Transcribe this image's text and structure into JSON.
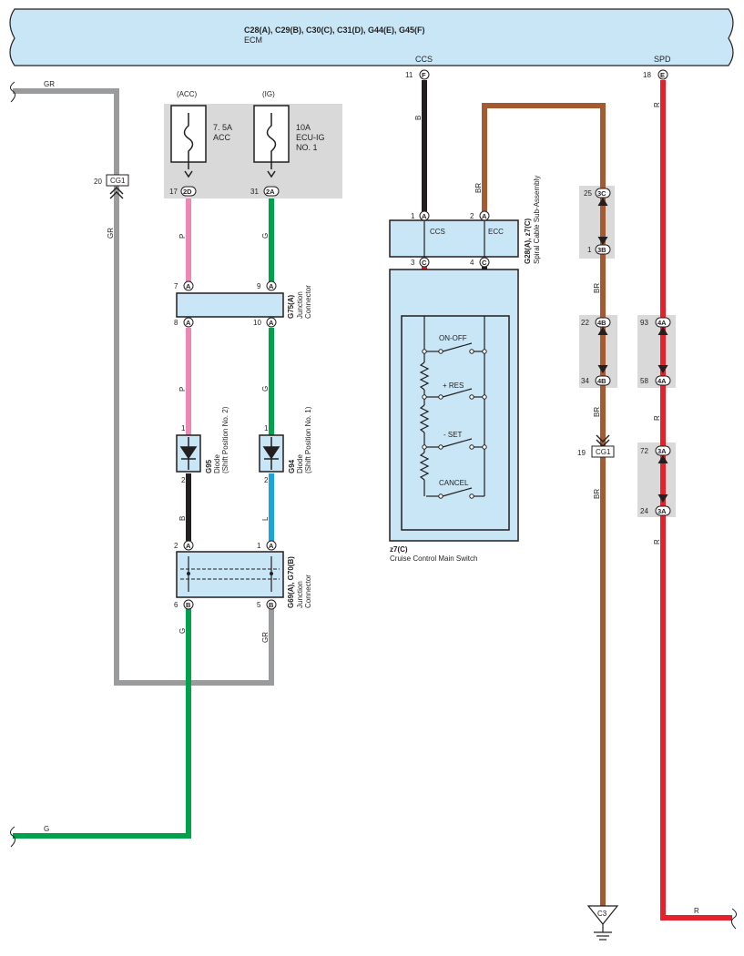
{
  "ecm": {
    "connectors": "C28(A), C29(B), C30(C), C31(D), G44(E), G45(F)",
    "name": "ECM",
    "pins": [
      {
        "id": "ccs",
        "label": "CCS",
        "pin": "11",
        "code": "F"
      },
      {
        "id": "spd",
        "label": "SPD",
        "pin": "18",
        "code": "E"
      }
    ]
  },
  "fuses": [
    {
      "id": "acc",
      "header": "(ACC)",
      "rating": "7. 5A",
      "name_lines": [
        "ACC"
      ],
      "pin": "17",
      "code": "2D"
    },
    {
      "id": "ig",
      "header": "(IG)",
      "rating": "10A",
      "name_lines": [
        "ECU-IG",
        "NO. 1"
      ],
      "pin": "31",
      "code": "2A"
    }
  ],
  "junction_g75": {
    "id_text": "G75(A)",
    "name_lines": [
      "Junction",
      "Connector"
    ],
    "pins": [
      {
        "pin": "7",
        "code": "A"
      },
      {
        "pin": "9",
        "code": "A"
      },
      {
        "pin": "8",
        "code": "A"
      },
      {
        "pin": "10",
        "code": "A"
      }
    ]
  },
  "diodes": [
    {
      "id": "G95",
      "name": "Diode",
      "desc": "(Shift Position No. 2)",
      "pin_top": "1",
      "pin_bottom": "2"
    },
    {
      "id": "G94",
      "name": "Diode",
      "desc": "(Shift Position No. 1)",
      "pin_top": "1",
      "pin_bottom": "2"
    }
  ],
  "junction_g69": {
    "id_text": "G69(A), G70(B)",
    "name_lines": [
      "Junction",
      "Connector"
    ],
    "pins": [
      {
        "pin": "2",
        "code": "A"
      },
      {
        "pin": "1",
        "code": "A"
      },
      {
        "pin": "6",
        "code": "B"
      },
      {
        "pin": "5",
        "code": "B"
      }
    ]
  },
  "spiral_cable": {
    "id_text": "G28(A), z7(C)",
    "name": "Spiral Cable Sub-Assembly",
    "terminals": [
      "CCS",
      "ECC"
    ],
    "pins": [
      {
        "pin": "1",
        "code": "A"
      },
      {
        "pin": "2",
        "code": "A"
      },
      {
        "pin": "3",
        "code": "C"
      },
      {
        "pin": "4",
        "code": "C"
      }
    ]
  },
  "main_switch": {
    "id_text": "z7(C)",
    "name": "Cruise Control Main Switch",
    "switches": [
      "ON-OFF",
      "+ RES",
      "- SET",
      "CANCEL"
    ]
  },
  "inline_connectors": [
    {
      "pin_a": "25",
      "code_a": "3C",
      "pin_b": "1",
      "code_b": "3B"
    },
    {
      "pin_a": "22",
      "code_a": "4B",
      "pin_b": "34",
      "code_b": "4B"
    },
    {
      "pin_a": "93",
      "code_a": "4A",
      "pin_b": "58",
      "code_b": "4A"
    },
    {
      "pin_a": "72",
      "code_a": "3A",
      "pin_b": "24",
      "code_b": "3A"
    }
  ],
  "cg1_left": {
    "pin": "20",
    "code": "CG1"
  },
  "cg1_right": {
    "pin": "19",
    "code": "CG1"
  },
  "ground": {
    "code": "C3"
  },
  "wire_labels": {
    "gr": "GR",
    "p": "P",
    "g": "G",
    "b": "B",
    "l": "L",
    "br": "BR",
    "r": "R"
  },
  "colors": {
    "gr": "#9a9b9d",
    "p": "#ed87b6",
    "g": "#00a14b",
    "b": "#231f20",
    "l": "#1aa5dd",
    "br": "#a65a32",
    "r": "#e5222b",
    "component_fill": "#c8e6f5",
    "shade": "#d9d9da"
  }
}
